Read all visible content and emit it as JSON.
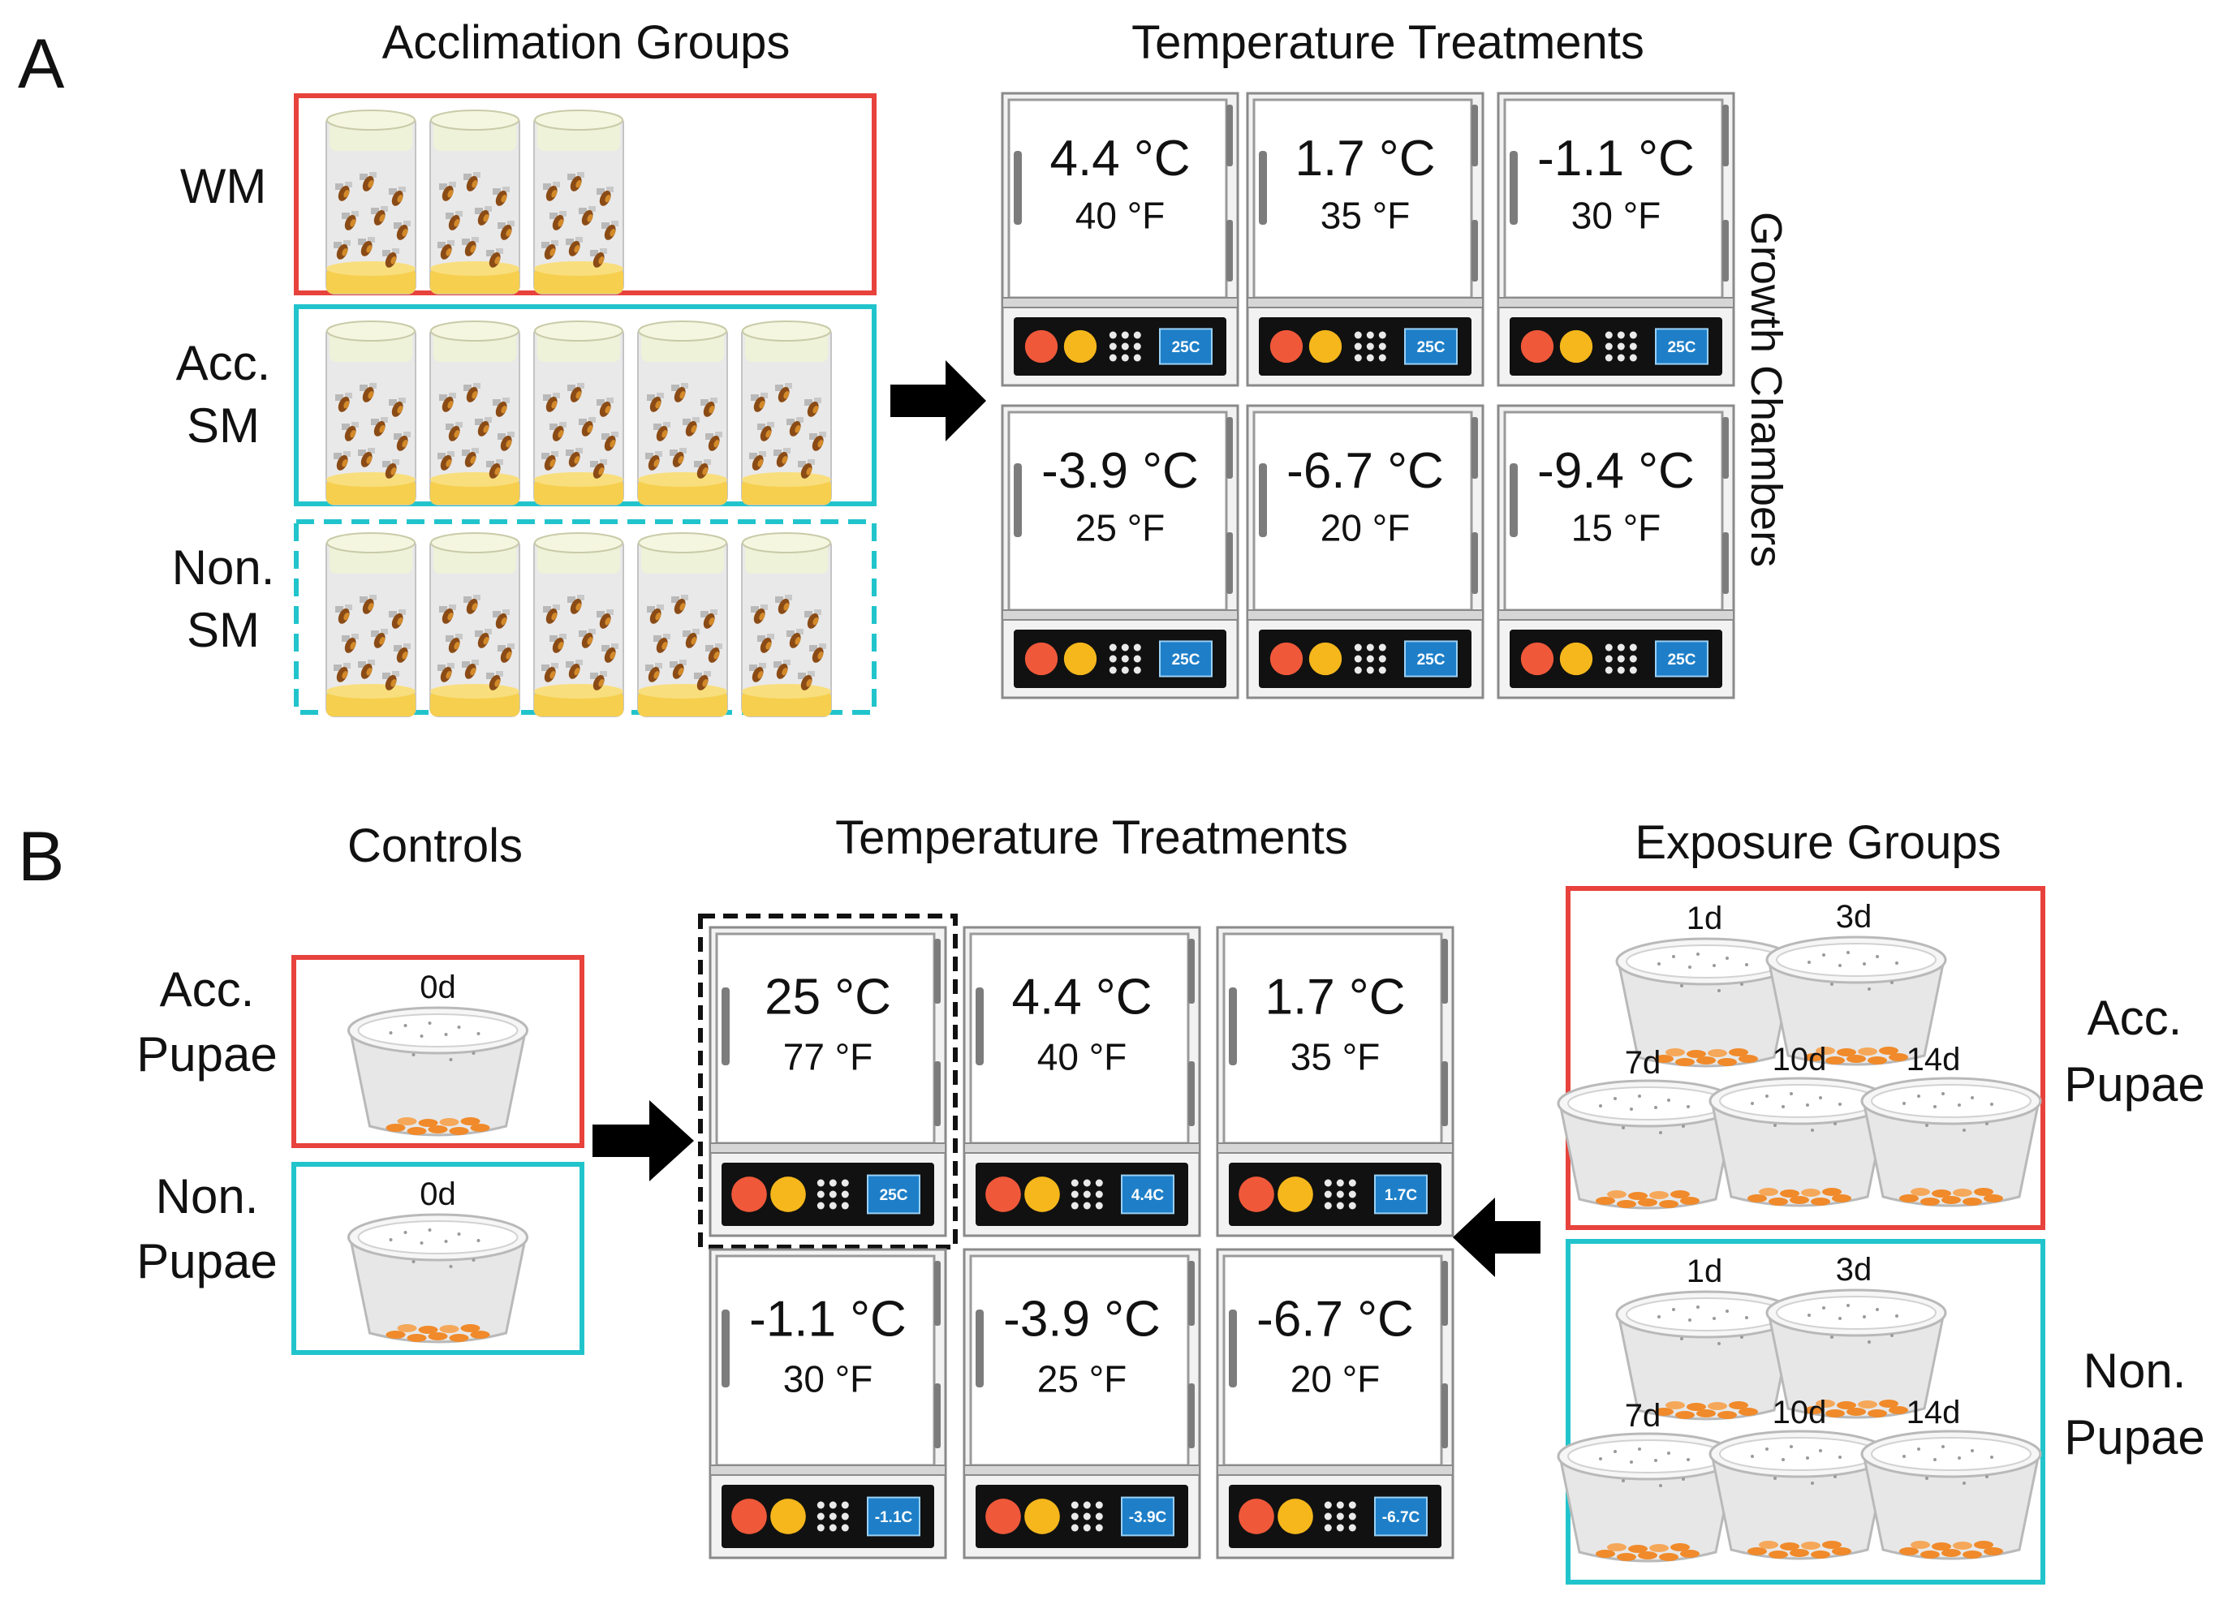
{
  "panel_a": {
    "letter": "A",
    "acclimation_title": "Acclimation Groups",
    "treatments_title": "Temperature Treatments",
    "chambers_label": "Growth Chambers",
    "groups": [
      {
        "label_line1": "WM",
        "label_line2": "",
        "jar_count": 3,
        "border": "solid",
        "color": "#e8423c"
      },
      {
        "label_line1": "Acc.",
        "label_line2": "SM",
        "jar_count": 5,
        "border": "solid",
        "color": "#22c4cc"
      },
      {
        "label_line1": "Non.",
        "label_line2": "SM",
        "jar_count": 5,
        "border": "dashed",
        "color": "#22c4cc"
      }
    ],
    "chambers": [
      {
        "celsius": "4.4 °C",
        "fahrenheit": "40 °F",
        "display": "25C"
      },
      {
        "celsius": "1.7 °C",
        "fahrenheit": "35 °F",
        "display": "25C"
      },
      {
        "celsius": "-1.1 °C",
        "fahrenheit": "30 °F",
        "display": "25C"
      },
      {
        "celsius": "-3.9 °C",
        "fahrenheit": "25 °F",
        "display": "25C"
      },
      {
        "celsius": "-6.7 °C",
        "fahrenheit": "20 °F",
        "display": "25C"
      },
      {
        "celsius": "-9.4 °C",
        "fahrenheit": "15 °F",
        "display": "25C"
      }
    ]
  },
  "panel_b": {
    "letter": "B",
    "controls_title": "Controls",
    "treatments_title": "Temperature Treatments",
    "exposure_title": "Exposure Groups",
    "controls": [
      {
        "label_line1": "Acc.",
        "label_line2": "Pupae",
        "day": "0d",
        "color": "#e8423c"
      },
      {
        "label_line1": "Non.",
        "label_line2": "Pupae",
        "day": "0d",
        "color": "#22c4cc"
      }
    ],
    "chambers": [
      {
        "celsius": "25 °C",
        "fahrenheit": "77 °F",
        "display": "25C",
        "highlight": true
      },
      {
        "celsius": "4.4 °C",
        "fahrenheit": "40 °F",
        "display": "4.4C",
        "highlight": false
      },
      {
        "celsius": "1.7 °C",
        "fahrenheit": "35 °F",
        "display": "1.7C",
        "highlight": false
      },
      {
        "celsius": "-1.1 °C",
        "fahrenheit": "30 °F",
        "display": "-1.1C",
        "highlight": false
      },
      {
        "celsius": "-3.9 °C",
        "fahrenheit": "25 °F",
        "display": "-3.9C",
        "highlight": false
      },
      {
        "celsius": "-6.7 °C",
        "fahrenheit": "20 °F",
        "display": "-6.7C",
        "highlight": false
      }
    ],
    "exposure_groups": [
      {
        "label_line1": "Acc.",
        "label_line2": "Pupae",
        "color": "#e8423c",
        "days": [
          "1d",
          "3d",
          "7d",
          "10d",
          "14d"
        ]
      },
      {
        "label_line1": "Non.",
        "label_line2": "Pupae",
        "color": "#22c4cc",
        "days": [
          "1d",
          "3d",
          "7d",
          "10d",
          "14d"
        ]
      }
    ]
  },
  "colors": {
    "red_group": "#e8423c",
    "cyan_group": "#22c4cc",
    "fly_media": "#f6cf4e",
    "pupae": "#f08a2a",
    "display_blue": "#1e7fc8",
    "arrow": "#000000"
  }
}
